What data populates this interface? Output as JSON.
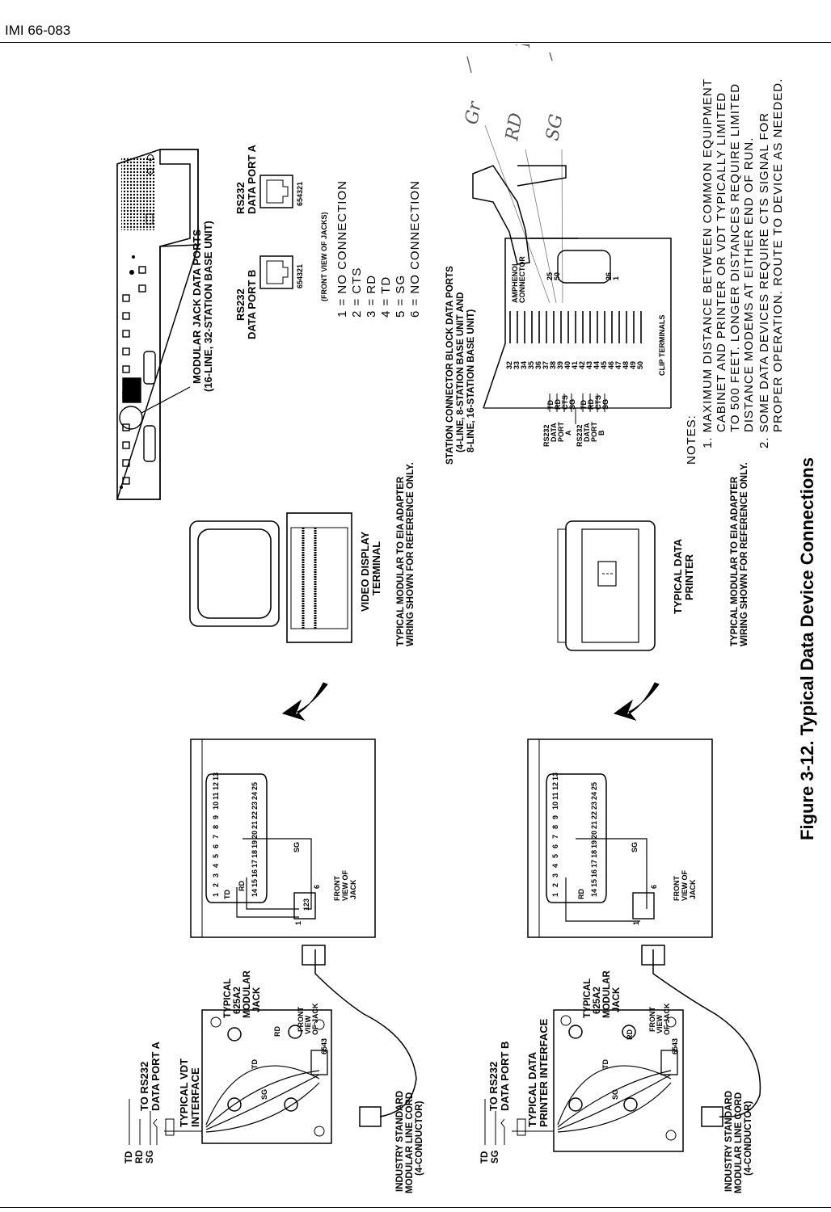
{
  "header": {
    "doc_id": "IMI 66-083"
  },
  "figure": {
    "caption": "Figure 3-12.  Typical Data Device Connections"
  },
  "handwriting": [
    "Bu",
    "Gr",
    "RD",
    "SG"
  ],
  "top_assembly": {
    "signals": [
      "TD",
      "RD",
      "SG"
    ],
    "port_label_1": "TO RS232",
    "port_label_2": "DATA PORT A",
    "interface_1": "TYPICAL VDT",
    "interface_2": "INTERFACE",
    "jack_1": "TYPICAL",
    "jack_2": "625A2",
    "jack_3": "MODULAR",
    "jack_4": "JACK",
    "box_td": "TD",
    "box_rd": "RD",
    "box_sg": "SG",
    "front_view_1": "FRONT",
    "front_view_2": "VIEW",
    "front_view_3": "OF JACK",
    "jack_code": "6543",
    "cord_1": "INDUSTRY STANDARD",
    "cord_2": "MODULAR LINE CORD",
    "cord_3": "(4-CONDUCTOR)",
    "adapter_td": "TD",
    "adapter_rd": "RD",
    "adapter_sg": "SG",
    "jack_pin_1": "1",
    "jack_pin_6": "6",
    "jack_digits": "123",
    "front_jack_1": "FRONT",
    "front_jack_2": "VIEW OF",
    "front_jack_3": "JACK",
    "pins_top": [
      "1",
      "2",
      "3",
      "4",
      "5",
      "6",
      "7",
      "8",
      "9",
      "10",
      "11",
      "12",
      "13"
    ],
    "pins_bottom": [
      "14",
      "15",
      "16",
      "17",
      "18",
      "19",
      "20",
      "21",
      "22",
      "23",
      "24",
      "25"
    ],
    "device_1": "VIDEO DISPLAY",
    "device_2": "TERMINAL",
    "note_1": "TYPICAL MODULAR TO EIA ADAPTER",
    "note_2": "WIRING SHOWN FOR REFERENCE ONLY."
  },
  "bottom_assembly": {
    "signals": [
      "TD",
      "SG"
    ],
    "port_label_1": "TO RS232",
    "port_label_2": "DATA PORT B",
    "interface_1": "TYPICAL DATA",
    "interface_2": "PRINTER INTERFACE",
    "jack_1": "TYPICAL",
    "jack_2": "625A2",
    "jack_3": "MODULAR",
    "jack_4": "JACK",
    "box_td": "TD",
    "box_rd": "RD",
    "box_sg": "SG",
    "front_view_1": "FRONT",
    "front_view_2": "VIEW",
    "front_view_3": "OF JACK",
    "jack_code": "6543",
    "cord_1": "INDUSTRY STANDARD",
    "cord_2": "MODULAR LINE CORD",
    "cord_3": "(4-CONDUCTOR)",
    "adapter_rd": "RD",
    "adapter_sg": "SG",
    "jack_pin_1": "1",
    "jack_pin_6": "6",
    "front_jack_1": "FRONT",
    "front_jack_2": "VIEW OF",
    "front_jack_3": "JACK",
    "pins_top": [
      "1",
      "2",
      "3",
      "4",
      "5",
      "6",
      "7",
      "8",
      "9",
      "10",
      "11",
      "12",
      "13"
    ],
    "pins_bottom": [
      "14",
      "15",
      "16",
      "17",
      "18",
      "19",
      "20",
      "21",
      "22",
      "23",
      "24",
      "25"
    ],
    "device_1": "TYPICAL DATA",
    "device_2": "PRINTER",
    "note_1": "TYPICAL MODULAR TO EIA ADAPTER",
    "note_2": "WIRING SHOWN FOR REFERENCE ONLY."
  },
  "base_unit": {
    "callout_1": "MODULAR JACK DATA PORTS",
    "callout_2": "(16-LINE, 32-STATION BASE UNIT)",
    "port_b_1": "RS232",
    "port_b_2": "DATA PORT B",
    "port_a_1": "RS232",
    "port_a_2": "DATA PORT A",
    "digits_b": "654321",
    "digits_a": "654321",
    "front_view": "(FRONT VIEW OF JACKS)",
    "pin_map": [
      "1 = NO CONNECTION",
      "2 = CTS",
      "3 = RD",
      "4 = TD",
      "5 = SG",
      "6 = NO CONNECTION"
    ]
  },
  "station_block": {
    "title_1": "STATION CONNECTOR BLOCK DATA PORTS",
    "title_2": "(4-LINE, 8-STATION BASE UNIT AND",
    "title_3": "8-LINE, 16-STATION BASE UNIT)",
    "port_a_1": "RS232",
    "port_a_2": "DATA",
    "port_a_3": "PORT",
    "port_a_4": "A",
    "port_b_1": "RS232",
    "port_b_2": "DATA",
    "port_b_3": "PORT",
    "port_b_4": "B",
    "signals_a": [
      "TD",
      "RD",
      "CTS",
      "SG"
    ],
    "signals_b": [
      "TD",
      "RD",
      "CTS",
      "SG"
    ],
    "terminals": [
      "32",
      "33",
      "34",
      "35",
      "36",
      "37",
      "38",
      "39",
      "40",
      "41",
      "42",
      "43",
      "44",
      "45",
      "46",
      "47",
      "48",
      "49",
      "50"
    ],
    "clip_label": "CLIP TERMINALS",
    "amphenol_1": "AMPHENOL",
    "amphenol_2": "CONNECTOR",
    "conn_25": "25",
    "conn_50": "50",
    "conn_26": "26",
    "conn_1": "1"
  },
  "notes": {
    "title": "NOTES:",
    "n1_l1": "1. MAXIMUM DISTANCE BETWEEN COMMON EQUIPMENT",
    "n1_l2": "CABINET AND PRINTER OR VDT TYPICALLY LIMITED",
    "n1_l3": "TO 500 FEET.  LONGER DISTANCES REQUIRE LIMITED",
    "n1_l4": "DISTANCE MODEMS AT EITHER END OF RUN.",
    "n2_l1": "2. SOME DATA DEVICES REQUIRE CTS SIGNAL FOR",
    "n2_l2": "PROPER OPERATION.  ROUTE TO DEVICE AS NEEDED."
  }
}
